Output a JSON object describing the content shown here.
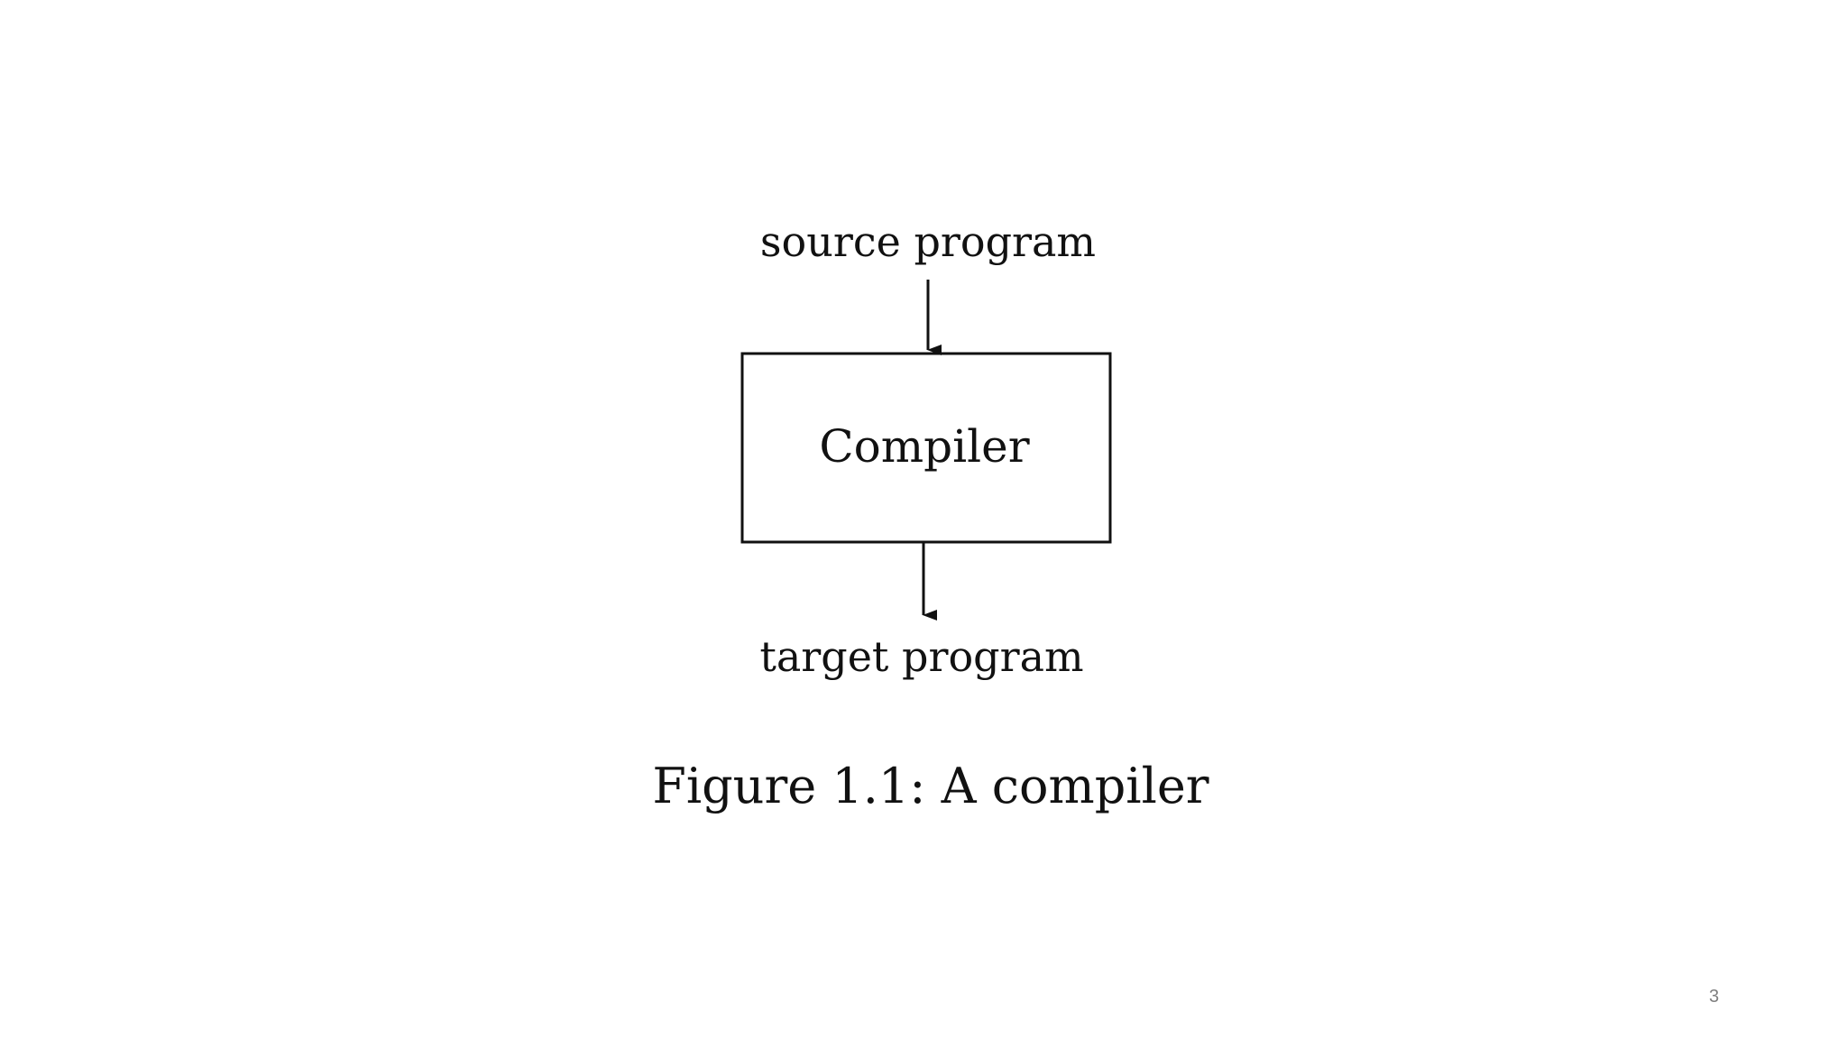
{
  "diagram": {
    "input_label": "source program",
    "process_label": "Compiler",
    "output_label": "target program",
    "caption": "Figure 1.1: A compiler"
  },
  "slide": {
    "page_number": "3"
  },
  "colors": {
    "ink": "#111111",
    "page_number": "#7f7f7f",
    "background": "#ffffff"
  }
}
